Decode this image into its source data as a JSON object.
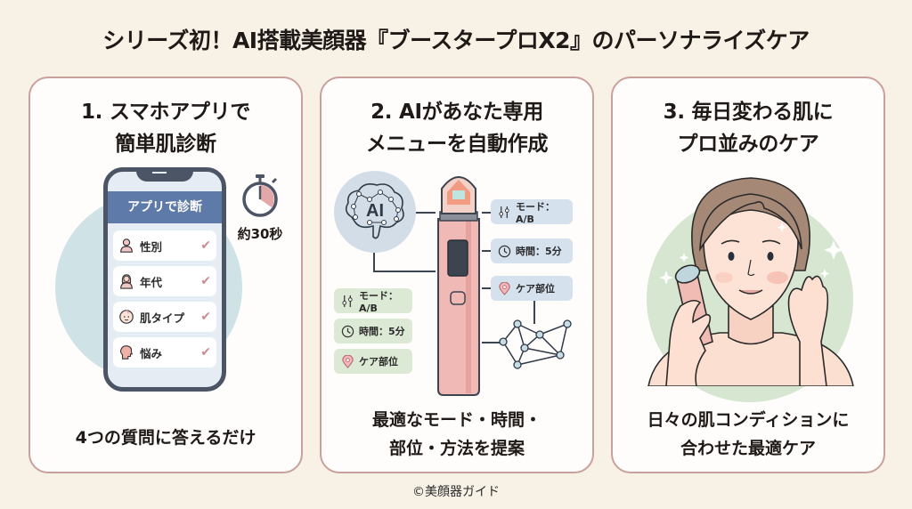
{
  "header": {
    "title": "シリーズ初！AI搭載美顔器『ブースタープロX2』のパーソナライズケア"
  },
  "cards": [
    {
      "title_line1": "1. スマホアプリで",
      "title_line2": "簡単肌診断",
      "phone": {
        "header": "アプリで診断",
        "items": [
          {
            "label": "性別",
            "icon": "person-icon",
            "check": "✔"
          },
          {
            "label": "年代",
            "icon": "woman-icon",
            "check": "✔"
          },
          {
            "label": "肌タイプ",
            "icon": "baby-face-icon",
            "check": "✔"
          },
          {
            "label": "悩み",
            "icon": "head-profile-icon",
            "check": "✔"
          }
        ]
      },
      "timer_label": "約30秒",
      "caption": "4つの質問に答えるだけ",
      "accent_color": "#cfe3e6"
    },
    {
      "title_line1": "2. AIがあなた専用",
      "title_line2": "メニューを自動作成",
      "ai_label": "AI",
      "blue_tags": [
        {
          "label": "モード：A/B",
          "icon": "sliders-icon"
        },
        {
          "label": "時間：5分",
          "icon": "clock-icon"
        },
        {
          "label": "ケア部位",
          "icon": "location-pin-icon"
        }
      ],
      "green_tags": [
        {
          "label": "モード：A/B",
          "icon": "sliders-icon"
        },
        {
          "label": "時間：5分",
          "icon": "clock-icon"
        },
        {
          "label": "ケア部位",
          "icon": "location-pin-icon"
        }
      ],
      "caption_line1": "最適なモード・時間・",
      "caption_line2": "部位・方法を提案"
    },
    {
      "title_line1": "3. 毎日変わる肌に",
      "title_line2": "プロ並みのケア",
      "caption_line1": "日々の肌コンディションに",
      "caption_line2": "合わせた最適ケア",
      "accent_color": "#d6e6d0"
    }
  ],
  "footer": {
    "credit": "©美顔器ガイド"
  },
  "colors": {
    "background": "#f7f1e6",
    "card_border": "#c9a19c",
    "phone_header": "#5e7aa8",
    "device_pink": "#f0b9b5",
    "check": "#c98a8e"
  }
}
